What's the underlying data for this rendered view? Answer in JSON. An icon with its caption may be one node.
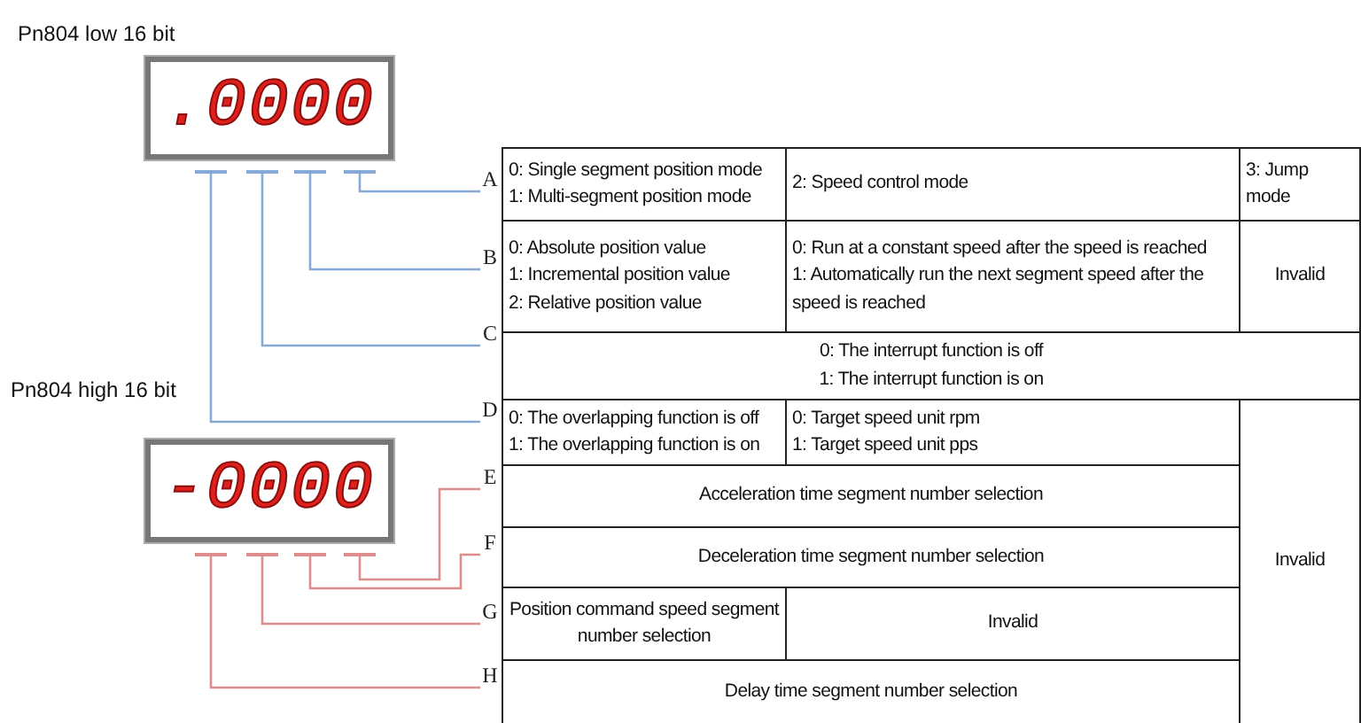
{
  "diagram": {
    "nodes": [
      {
        "text": [
          ".0000"
        ],
        "beside": [
          "Pn804 low 16 bit"
        ]
      },
      {
        "text": [
          "A"
        ]
      },
      {
        "text": [
          "B"
        ]
      },
      {
        "text": [
          "C"
        ]
      },
      {
        "text": [
          "D"
        ]
      },
      {
        "text": [
          "-0000"
        ],
        "beside": [
          "Pn804 high 16 bit"
        ]
      },
      {
        "text": [
          "E"
        ]
      },
      {
        "text": [
          "F"
        ]
      },
      {
        "text": [
          "G"
        ]
      },
      {
        "text": [
          "H"
        ]
      }
    ],
    "edges": [
      {
        "from": 0,
        "to": 1,
        "arrow": "none",
        "color": "#86a9d6"
      },
      {
        "from": 0,
        "to": 2,
        "arrow": "none",
        "color": "#86a9d6"
      },
      {
        "from": 0,
        "to": 3,
        "arrow": "none",
        "color": "#86a9d6"
      },
      {
        "from": 0,
        "to": 4,
        "arrow": "none",
        "color": "#86a9d6"
      },
      {
        "from": 5,
        "to": 6,
        "arrow": "none",
        "color": "#de8c8c"
      },
      {
        "from": 5,
        "to": 7,
        "arrow": "none",
        "color": "#de8c8c"
      },
      {
        "from": 5,
        "to": 8,
        "arrow": "none",
        "color": "#de8c8c"
      },
      {
        "from": 5,
        "to": 9,
        "arrow": "none",
        "color": "#de8c8c"
      }
    ],
    "labels": [
      "0: Single segment position mode",
      "1: Multi-segment position mode",
      "2: Speed control mode",
      "3: Jump mode",
      "0: Absolute position value",
      "1: Incremental position value",
      "2: Relative position value",
      "0: Run at a constant speed after the speed is reached",
      "1: Automatically run the next segment speed after the speed is reached",
      "Invalid",
      "0: The interrupt function is off",
      "1: The interrupt function is on",
      "0: The overlapping function is off",
      "1: The overlapping function is on",
      "0: Target speed unit rpm",
      "1: Target speed unit pps",
      "Invalid",
      "Acceleration time segment number selection",
      "Deceleration time segment number selection",
      "Position command speed segment number selection",
      "Invalid",
      "Delay time segment number selection"
    ]
  }
}
